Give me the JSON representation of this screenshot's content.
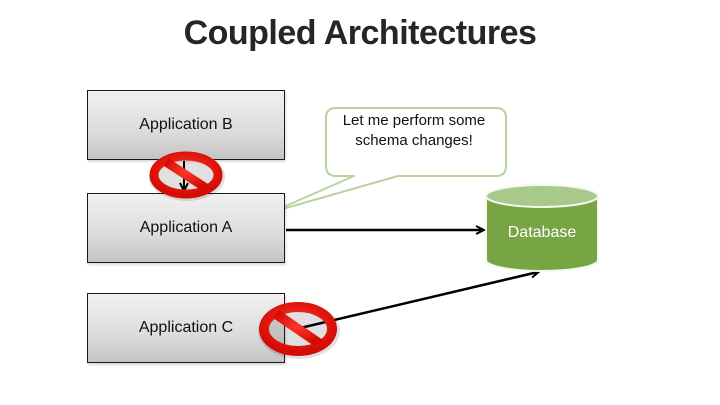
{
  "title": "Coupled Architectures",
  "nodes": {
    "app_b": "Application B",
    "app_a": "Application A",
    "app_c": "Application C",
    "database": "Database"
  },
  "callout": {
    "text": "Let me perform some schema changes!"
  },
  "icons": {
    "blocked": "prohibition-sign"
  },
  "colors": {
    "database_fill": "#77a544",
    "database_top": "#a9c98a",
    "callout_border": "#b9d3a0",
    "prohibition_red": "#e3120b",
    "arrow": "#000000"
  }
}
